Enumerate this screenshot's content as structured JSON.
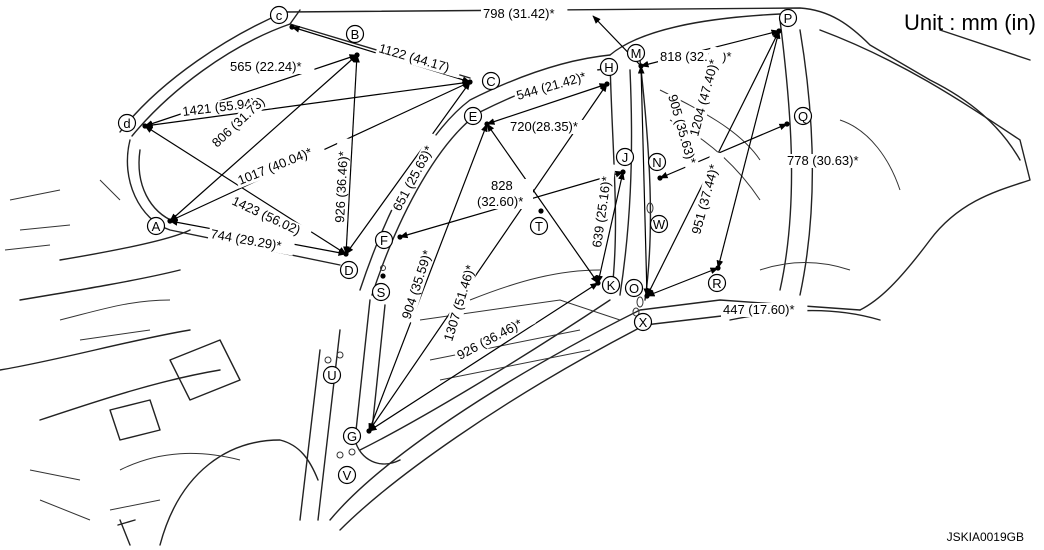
{
  "unit_label": "Unit : mm (in)",
  "figure_code": "JSKIA0019GB",
  "points": [
    {
      "id": "c",
      "label": "c"
    },
    {
      "id": "B",
      "label": "B"
    },
    {
      "id": "C",
      "label": "C"
    },
    {
      "id": "d",
      "label": "d"
    },
    {
      "id": "A",
      "label": "A"
    },
    {
      "id": "D",
      "label": "D"
    },
    {
      "id": "E",
      "label": "E"
    },
    {
      "id": "F",
      "label": "F"
    },
    {
      "id": "G",
      "label": "G"
    },
    {
      "id": "H",
      "label": "H"
    },
    {
      "id": "J",
      "label": "J"
    },
    {
      "id": "K",
      "label": "K"
    },
    {
      "id": "S",
      "label": "S"
    },
    {
      "id": "T",
      "label": "T"
    },
    {
      "id": "U",
      "label": "U"
    },
    {
      "id": "V",
      "label": "V"
    },
    {
      "id": "M",
      "label": "M"
    },
    {
      "id": "N",
      "label": "N"
    },
    {
      "id": "W",
      "label": "W"
    },
    {
      "id": "O",
      "label": "O"
    },
    {
      "id": "X",
      "label": "X"
    },
    {
      "id": "P",
      "label": "P"
    },
    {
      "id": "Q",
      "label": "Q"
    },
    {
      "id": "R",
      "label": "R"
    }
  ],
  "dimensions": [
    {
      "from": "c",
      "to": "C",
      "text": "1122 (44.17)"
    },
    {
      "from": "B",
      "to": "d",
      "text": "565 (22.24)*"
    },
    {
      "from": "d",
      "to": "C",
      "text": "1421 (55.94)*"
    },
    {
      "from": "B",
      "to": "A",
      "text": "806 (31.73)"
    },
    {
      "from": "A",
      "to": "C",
      "text": "1017 (40.04)*"
    },
    {
      "from": "B",
      "to": "D",
      "text": "926 (36.46)*"
    },
    {
      "from": "C",
      "to": "D",
      "text": "651 (25.63)*"
    },
    {
      "from": "d",
      "to": "D",
      "text": "1423 (56.02)"
    },
    {
      "from": "A",
      "to": "D",
      "text": "744 (29.29)*"
    },
    {
      "from": "E",
      "to": "H",
      "text": "544 (21.42)*"
    },
    {
      "from": "E",
      "to": "K",
      "text": "720(28.35)*"
    },
    {
      "from": "F",
      "to": "J",
      "text_line1": "828",
      "text_line2": "(32.60)*"
    },
    {
      "from": "J",
      "to": "K",
      "text": "639 (25.16)*"
    },
    {
      "from": "E",
      "to": "G",
      "text": "904 (35.59)*"
    },
    {
      "from": "H",
      "to": "G",
      "text": "1307 (51.46)*"
    },
    {
      "from": "K",
      "to": "G",
      "text": "926 (36.46)*"
    },
    {
      "from": "M",
      "to": "P",
      "text": "818 (32.20)*"
    },
    {
      "from": "M",
      "to": "O",
      "text": "905 (35.63)*"
    },
    {
      "from": "P",
      "to": "O",
      "text": "1204 (47.40)*"
    },
    {
      "from": "P",
      "to": "R",
      "text": "951 (37.44)*"
    },
    {
      "from": "N",
      "to": "Q",
      "text": "778 (30.63)*"
    },
    {
      "from": "O",
      "to": "R",
      "text": "447 (17.60)*"
    },
    {
      "from": "M",
      "to": "callout",
      "text": "798 (31.42)*"
    }
  ]
}
